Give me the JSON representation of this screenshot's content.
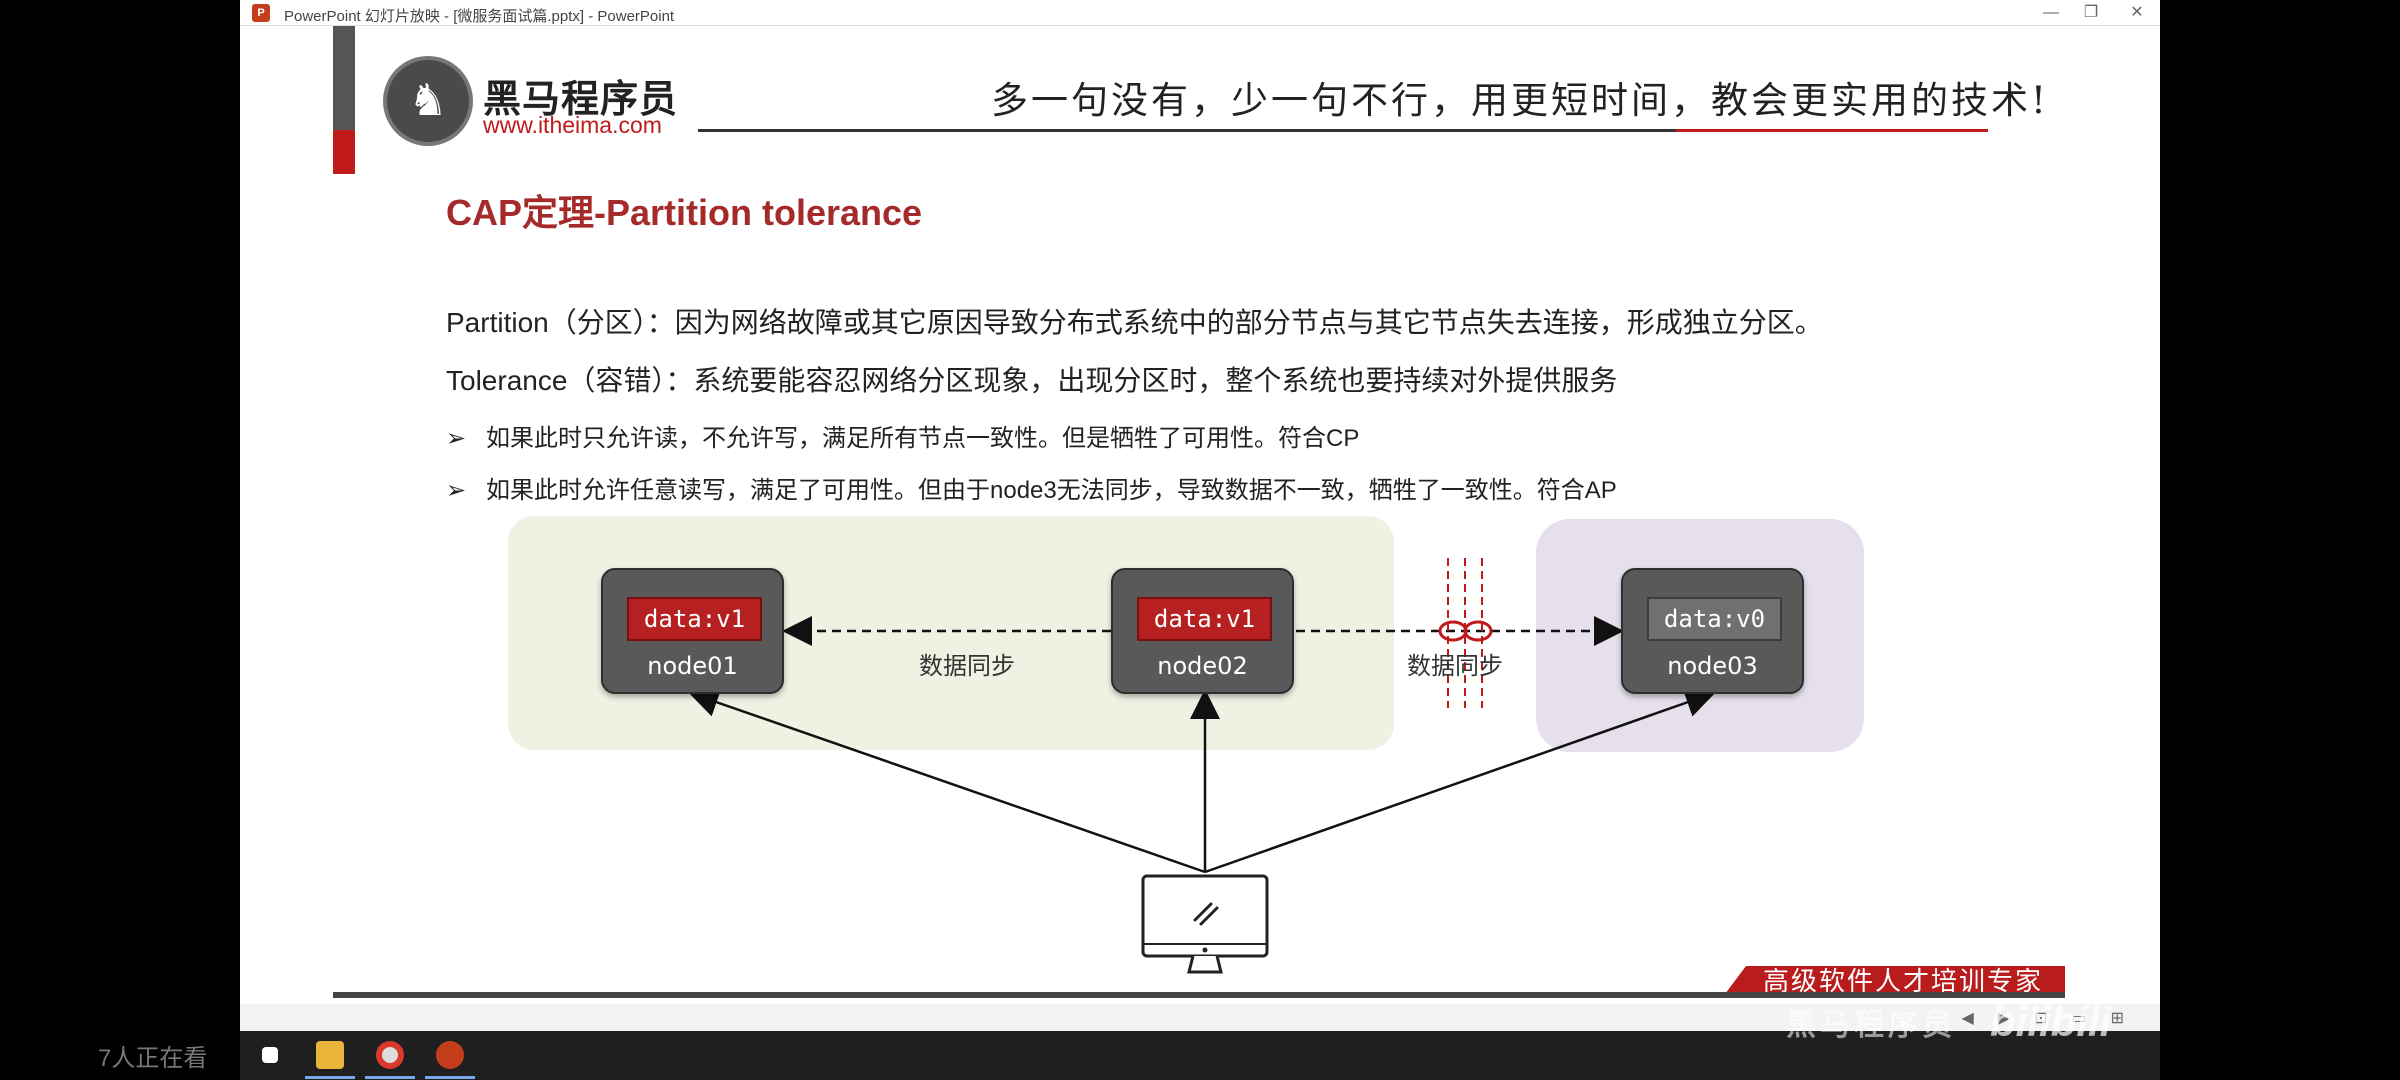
{
  "window": {
    "title": "PowerPoint 幻灯片放映 - [微服务面试篇.pptx] - PowerPoint",
    "app_icon": "P",
    "minimize": "—",
    "restore": "❐",
    "close": "✕"
  },
  "header": {
    "logo_name": "黑马程序员",
    "logo_url": "www.itheima.com",
    "slogan": "多一句没有，少一句不行，用更短时间，教会更实用的技术!"
  },
  "slide": {
    "title": "CAP定理-Partition tolerance",
    "line1": "Partition（分区）：因为网络故障或其它原因导致分布式系统中的部分节点与其它节点失去连接，形成独立分区。",
    "line2": "Tolerance（容错）：系统要能容忍网络分区现象，出现分区时，整个系统也要持续对外提供服务",
    "bullet_mark": "➢",
    "bullet1": "如果此时只允许读，不允许写，满足所有节点一致性。但是牺牲了可用性。符合CP",
    "bullet2": "如果此时允许任意读写，满足了可用性。但由于node3无法同步，导致数据不一致，牺牲了一致性。符合AP"
  },
  "diagram": {
    "nodes": [
      {
        "name": "node01",
        "data": "data:v1"
      },
      {
        "name": "node02",
        "data": "data:v1"
      },
      {
        "name": "node03",
        "data": "data:v0"
      }
    ],
    "sync_label_1": "数据同步",
    "sync_label_2": "数据同步",
    "colors": {
      "green_zone": "#eef2e3",
      "purple_zone": "#e5e0ec",
      "data_current": "#b62020",
      "data_stale": "#707070",
      "partition_line": "#c11a1a"
    }
  },
  "footer": {
    "ribbon_text": "高级软件人才培训专家"
  },
  "overlay": {
    "viewers": "7人正在看",
    "watermark_left": "黑马程序员",
    "watermark_right": "bilibili"
  }
}
